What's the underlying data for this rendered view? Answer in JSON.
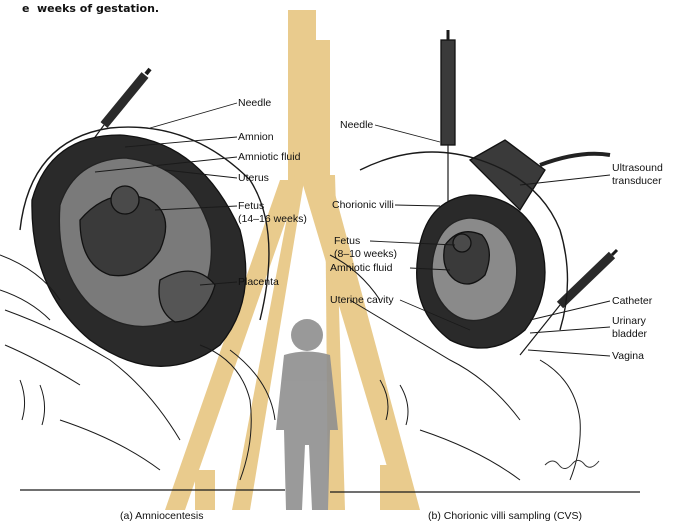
{
  "header_text": "weeks of gestation.",
  "panel_a": {
    "caption": "(a) Amniocentesis",
    "labels": {
      "needle": "Needle",
      "amnion": "Amnion",
      "amniotic_fluid": "Amniotic fluid",
      "uterus": "Uterus",
      "fetus": "Fetus",
      "fetus_age": "(14–16 weeks)",
      "placenta": "Placenta"
    }
  },
  "panel_b": {
    "caption": "(b) Chorionic villi sampling (CVS)",
    "labels": {
      "needle": "Needle",
      "ultrasound_1": "Ultrasound",
      "ultrasound_2": "transducer",
      "chorionic_villi": "Chorionic villi",
      "fetus": "Fetus",
      "fetus_age": "(8–10 weeks)",
      "amniotic_fluid": "Amniotic fluid",
      "uterine_cavity": "Uterine cavity",
      "catheter": "Catheter",
      "urinary_1": "Urinary",
      "urinary_2": "bladder",
      "vagina": "Vagina"
    }
  },
  "colors": {
    "ink": "#1a1a1a",
    "watermark_gold": "#e6c27a",
    "silhouette": "#8c8c8c"
  }
}
